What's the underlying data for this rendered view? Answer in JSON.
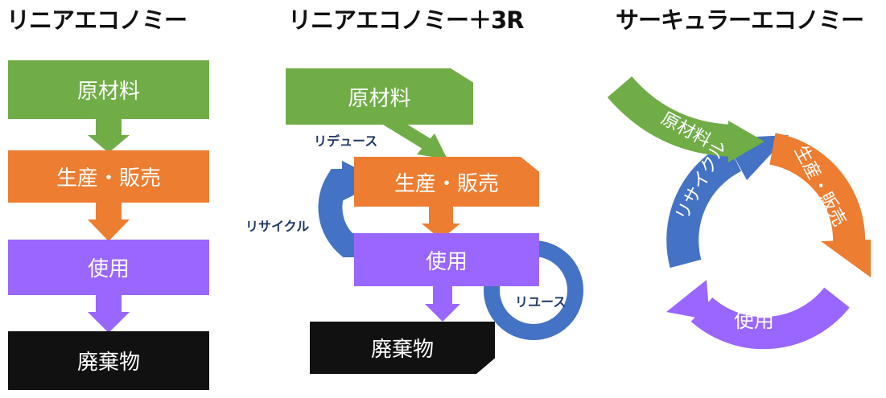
{
  "colors": {
    "green": "#70ad47",
    "orange": "#ed7d31",
    "purple": "#9966ff",
    "black": "#111111",
    "blue": "#4472c4",
    "label_text": "#1f3864"
  },
  "linear": {
    "title": "リニアエコノミー",
    "stages": [
      "原材料",
      "生産・販売",
      "使用",
      "廃棄物"
    ]
  },
  "linear_3r": {
    "title": "リニアエコノミー＋3R",
    "stages": [
      "原材料",
      "生産・販売",
      "使用",
      "廃棄物"
    ],
    "labels": {
      "reduce": "リデュース",
      "recycle": "リサイクル",
      "reuse": "リユース"
    }
  },
  "circular": {
    "title": "サーキュラーエコノミー",
    "labels": {
      "raw": "原材料",
      "production": "生産・販売",
      "use": "使用",
      "recycle": "リサイクル"
    }
  }
}
